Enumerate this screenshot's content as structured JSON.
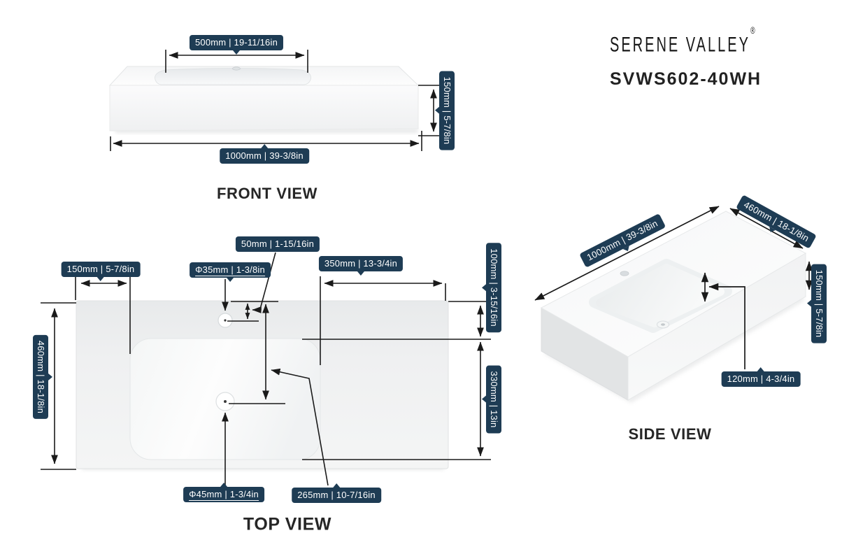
{
  "brand": {
    "name": "SERENE VALLEY",
    "registered": "®",
    "model": "SVWS602-40WH"
  },
  "views": {
    "front": {
      "title": "FRONT VIEW",
      "dims": {
        "basin_width": "500mm | 19-11/16in",
        "height": "150mm | 5-7/8in",
        "total_width": "1000mm | 39-3/8in"
      }
    },
    "top": {
      "title": "TOP VIEW",
      "dims": {
        "left_edge_to_basin": "150mm | 5-7/8in",
        "faucet_hole_diameter": "Φ35mm | 1-3/8in",
        "faucet_center_offset": "50mm | 1-15/16in",
        "basin_to_right_edge": "350mm | 13-3/4in",
        "back_edge_inset": "100mm | 3-15/16in",
        "basin_length": "330mm | 13in",
        "total_depth": "460mm | 18-1/8in",
        "drain_hole_diameter": "Φ45mm | 1-3/4in",
        "edge_to_drain_center": "265mm | 10-7/16in"
      }
    },
    "side": {
      "title": "SIDE VIEW",
      "dims": {
        "total_width": "1000mm | 39-3/8in",
        "total_depth": "460mm | 18-1/8in",
        "height": "150mm | 5-7/8in",
        "basin_depth": "120mm | 4-3/4in"
      }
    }
  },
  "colors": {
    "label_bg": "#1e3c54",
    "line": "#1a1a1a",
    "label_text": "#ffffff",
    "title_text": "#262626",
    "sink_surface": "#f5f6f6"
  }
}
